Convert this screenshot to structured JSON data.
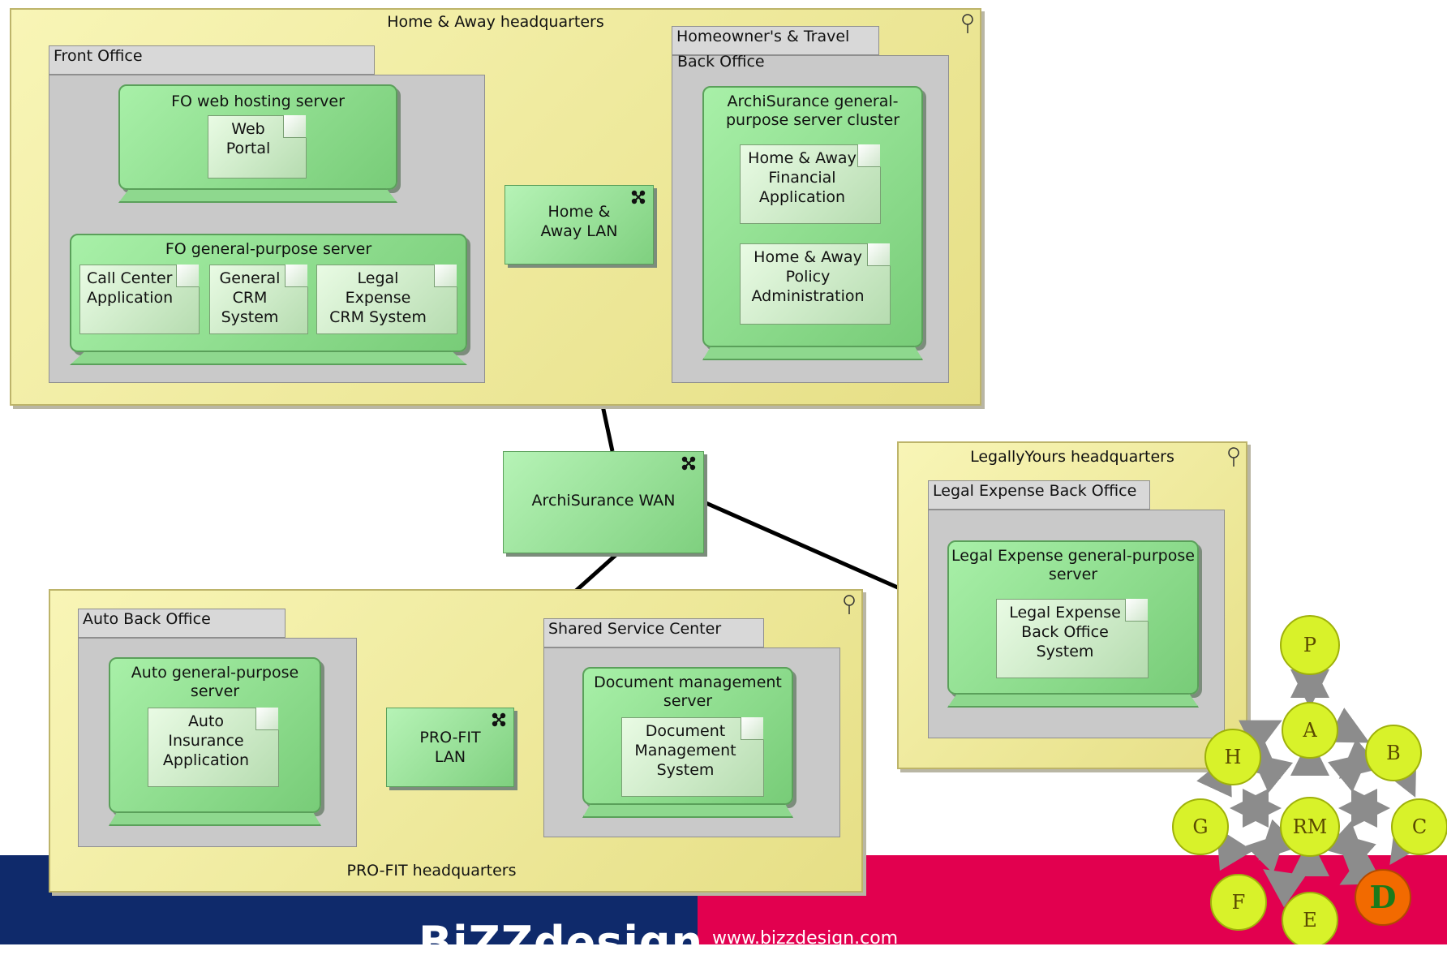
{
  "locations": {
    "home_away": {
      "title": "Home & Away headquarters"
    },
    "legally_yours": {
      "title": "LegallyYours headquarters"
    },
    "profit": {
      "title": "PRO-FIT headquarters"
    }
  },
  "org_units": {
    "front_office": "Front Office",
    "back_office_line1": "Homeowner's & Travel",
    "back_office_line2": "Back Office",
    "legal_back_office": "Legal Expense Back Office",
    "auto_back_office": "Auto Back Office",
    "shared_service_center": "Shared Service Center"
  },
  "nodes": {
    "fo_web": {
      "title": "FO web hosting server"
    },
    "fo_general": {
      "title": "FO general-purpose server"
    },
    "archi_cluster": {
      "line1": "ArchiSurance general-",
      "line2": "purpose server cluster"
    },
    "legal_server": {
      "line1": "Legal Expense general-purpose",
      "line2": "server"
    },
    "auto_server": {
      "line1": "Auto general-purpose",
      "line2": "server"
    },
    "doc_server": {
      "line1": "Document management",
      "line2": "server"
    }
  },
  "artifacts": {
    "web_portal": [
      "Web",
      "Portal"
    ],
    "call_center": [
      "Call Center",
      "Application"
    ],
    "general_crm": [
      "General",
      "CRM",
      "System"
    ],
    "legal_crm": [
      "Legal",
      "Expense",
      "CRM System"
    ],
    "ha_financial": [
      "Home & Away",
      "Financial",
      "Application"
    ],
    "ha_policy": [
      "Home & Away",
      "Policy",
      "Administration"
    ],
    "legal_bo_system": [
      "Legal Expense",
      "Back Office",
      "System"
    ],
    "auto_insurance": [
      "Auto",
      "Insurance",
      "Application"
    ],
    "doc_mgmt": [
      "Document",
      "Management",
      "System"
    ]
  },
  "networks": {
    "ha_lan": [
      "Home &",
      "Away LAN"
    ],
    "wan": [
      "ArchiSurance WAN"
    ],
    "profit_lan": [
      "PRO-FIT",
      "LAN"
    ]
  },
  "method_graph": {
    "nodes": [
      "P",
      "A",
      "B",
      "H",
      "G",
      "RM",
      "C",
      "F",
      "E",
      "D"
    ],
    "highlighted": "D",
    "colors": {
      "circle": "#d8f22a",
      "highlight": "#f26a00",
      "arrow": "#8c8c8c"
    }
  },
  "footer": {
    "brand": "BiZZdesign",
    "url": "www.bizzdesign.com"
  },
  "colors": {
    "location_fill": "#f2ee9c",
    "node_fill": "#8ee08e",
    "org_unit_fill": "#c9c9c9",
    "footer_blue": "#0f2a6b",
    "footer_red": "#e2004f"
  }
}
